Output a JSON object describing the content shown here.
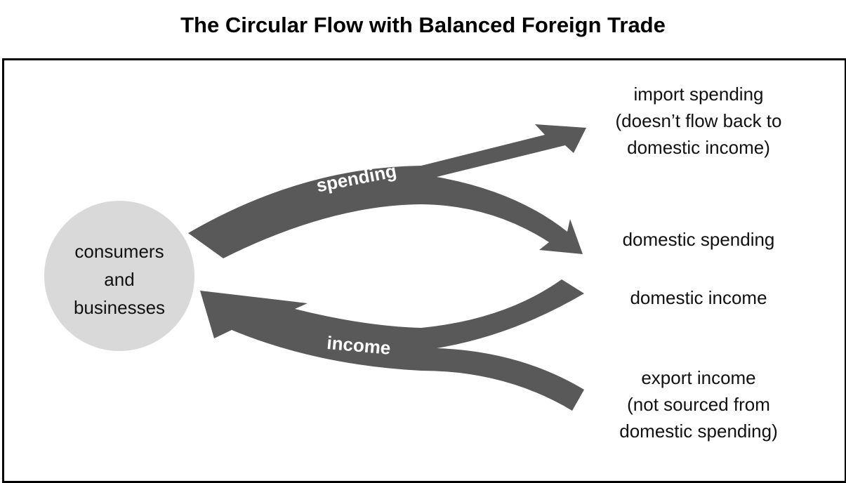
{
  "title": "The Circular Flow with Balanced Foreign Trade",
  "circle": {
    "lines": [
      "consumers",
      "and",
      "businesses"
    ]
  },
  "flows": {
    "spending": "spending",
    "income": "income"
  },
  "labels": {
    "import": [
      "import spending",
      "(doesn’t flow back to",
      "domestic income)"
    ],
    "domestic_spending": "domestic spending",
    "domestic_income": "domestic income",
    "export": [
      "export income",
      "(not sourced from",
      "domestic spending)"
    ]
  },
  "colors": {
    "arrow": "#595959",
    "circle": "#d9d9d9"
  }
}
